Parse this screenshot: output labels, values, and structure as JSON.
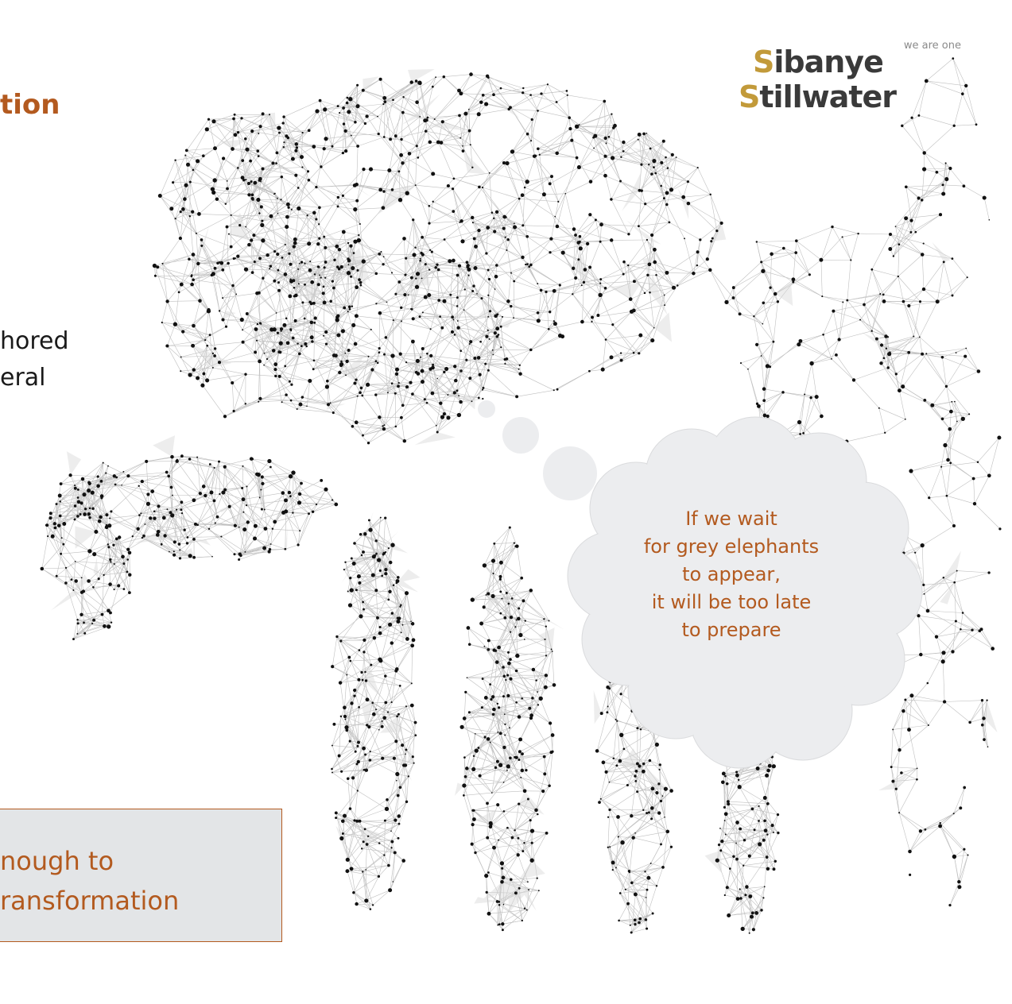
{
  "slide": {
    "title_fragment": "tion",
    "body_lines": [
      "hored",
      "eral"
    ],
    "callout_lines": [
      "nough to",
      "ransformation"
    ]
  },
  "thought_bubble": {
    "lines": [
      "If we wait",
      "for grey elephants",
      "to appear,",
      "it will be too late",
      "to prepare"
    ]
  },
  "logo": {
    "tagline": "we are one",
    "line1_initial": "S",
    "line1_rest": "ibanye",
    "line2_initial": "S",
    "line2_rest": "tillwater"
  },
  "colors": {
    "accent": "#B35A1F",
    "callout_fill": "#E3E5E7",
    "bubble_fill": "#ECEDEF",
    "logo_gold": "#C29A3A",
    "logo_grey": "#3a3a3a"
  },
  "illustration": {
    "subject": "low-poly wireframe elephant made of dots and lines"
  }
}
